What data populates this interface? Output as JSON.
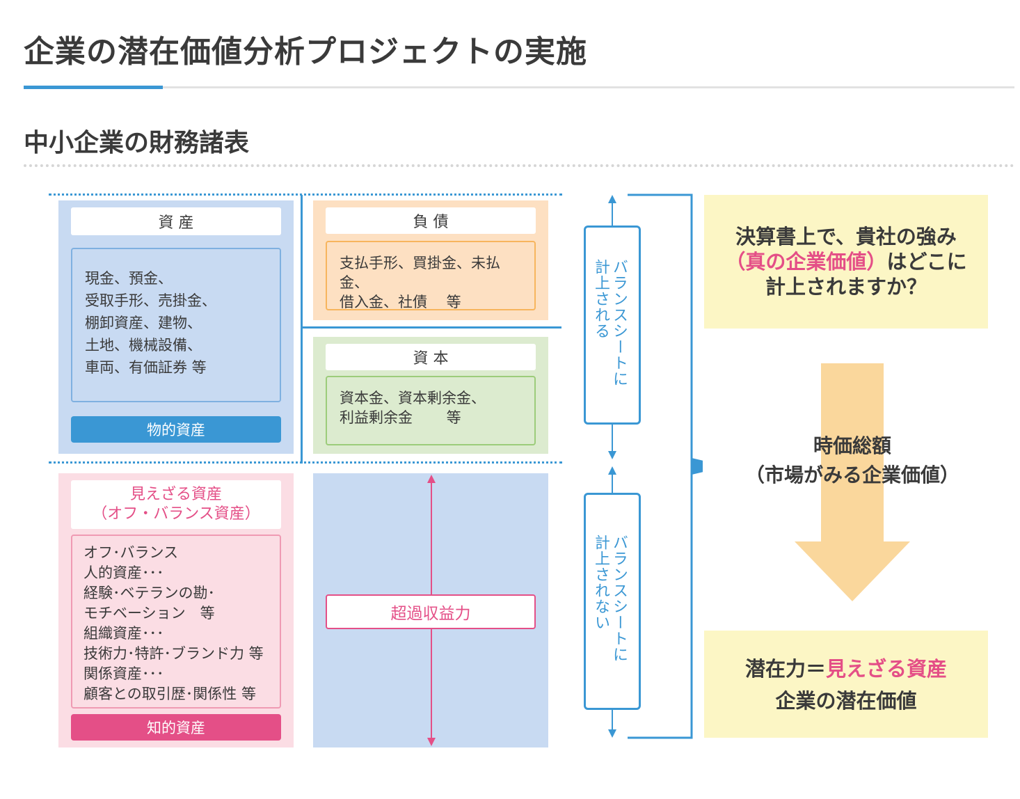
{
  "page": {
    "title": "企業の潜在価値分析プロジェクトの実施",
    "section_title": "中小企業の財務諸表"
  },
  "diagram": {
    "assets": {
      "label": "資 産",
      "items": "現金、預金、\n受取手形、売掛金、\n棚卸資産、建物、\n土地、機械設備、\n車両、有価証券 等",
      "footer": "物的資産"
    },
    "liabilities": {
      "label": "負 債",
      "items": "支払手形、買掛金、未払金、\n借入金、社債　 等"
    },
    "capital": {
      "label": "資 本",
      "items": "資本金、資本剰余金、\n利益剰余金　　 等"
    },
    "invisible_assets": {
      "label_line1": "見えざる資産",
      "label_line2": "（オフ・バランス資産）",
      "items": "オフ･バランス\n人的資産･･･\n経験･ベテランの勘･\nモチベーション　等\n組織資産･･･\n技術力･特許･ブランド力 等\n関係資産･･･\n顧客との取引歴･関係性 等",
      "footer": "知的資産"
    },
    "excess_earning": {
      "label": "超過収益力"
    },
    "balance_sheet_on": "バランスシートに\n計上される",
    "balance_sheet_off": "バランスシートに\n計上されない",
    "question": {
      "line1": "決算書上で、貴社の強み",
      "line2_highlight": "（真の企業価値）",
      "line2_rest": "はどこに",
      "line3": "計上されますか？"
    },
    "market_value": {
      "line1": "時価総額",
      "line2": "（市場がみる企業価値）"
    },
    "potential": {
      "line1_prefix": "潜在力＝",
      "line1_highlight": "見えざる資産",
      "line2": "企業の潜在価値"
    },
    "colors": {
      "blue_accent": "#3a97d4",
      "pink_accent": "#e44f87",
      "asset_bg": "#c8daf2",
      "liability_bg": "#fde0c2",
      "capital_bg": "#dcebcf",
      "invisible_bg": "#fbdde4",
      "yellow_bg": "#fcf6c5",
      "arrow": "#fad79c"
    }
  }
}
